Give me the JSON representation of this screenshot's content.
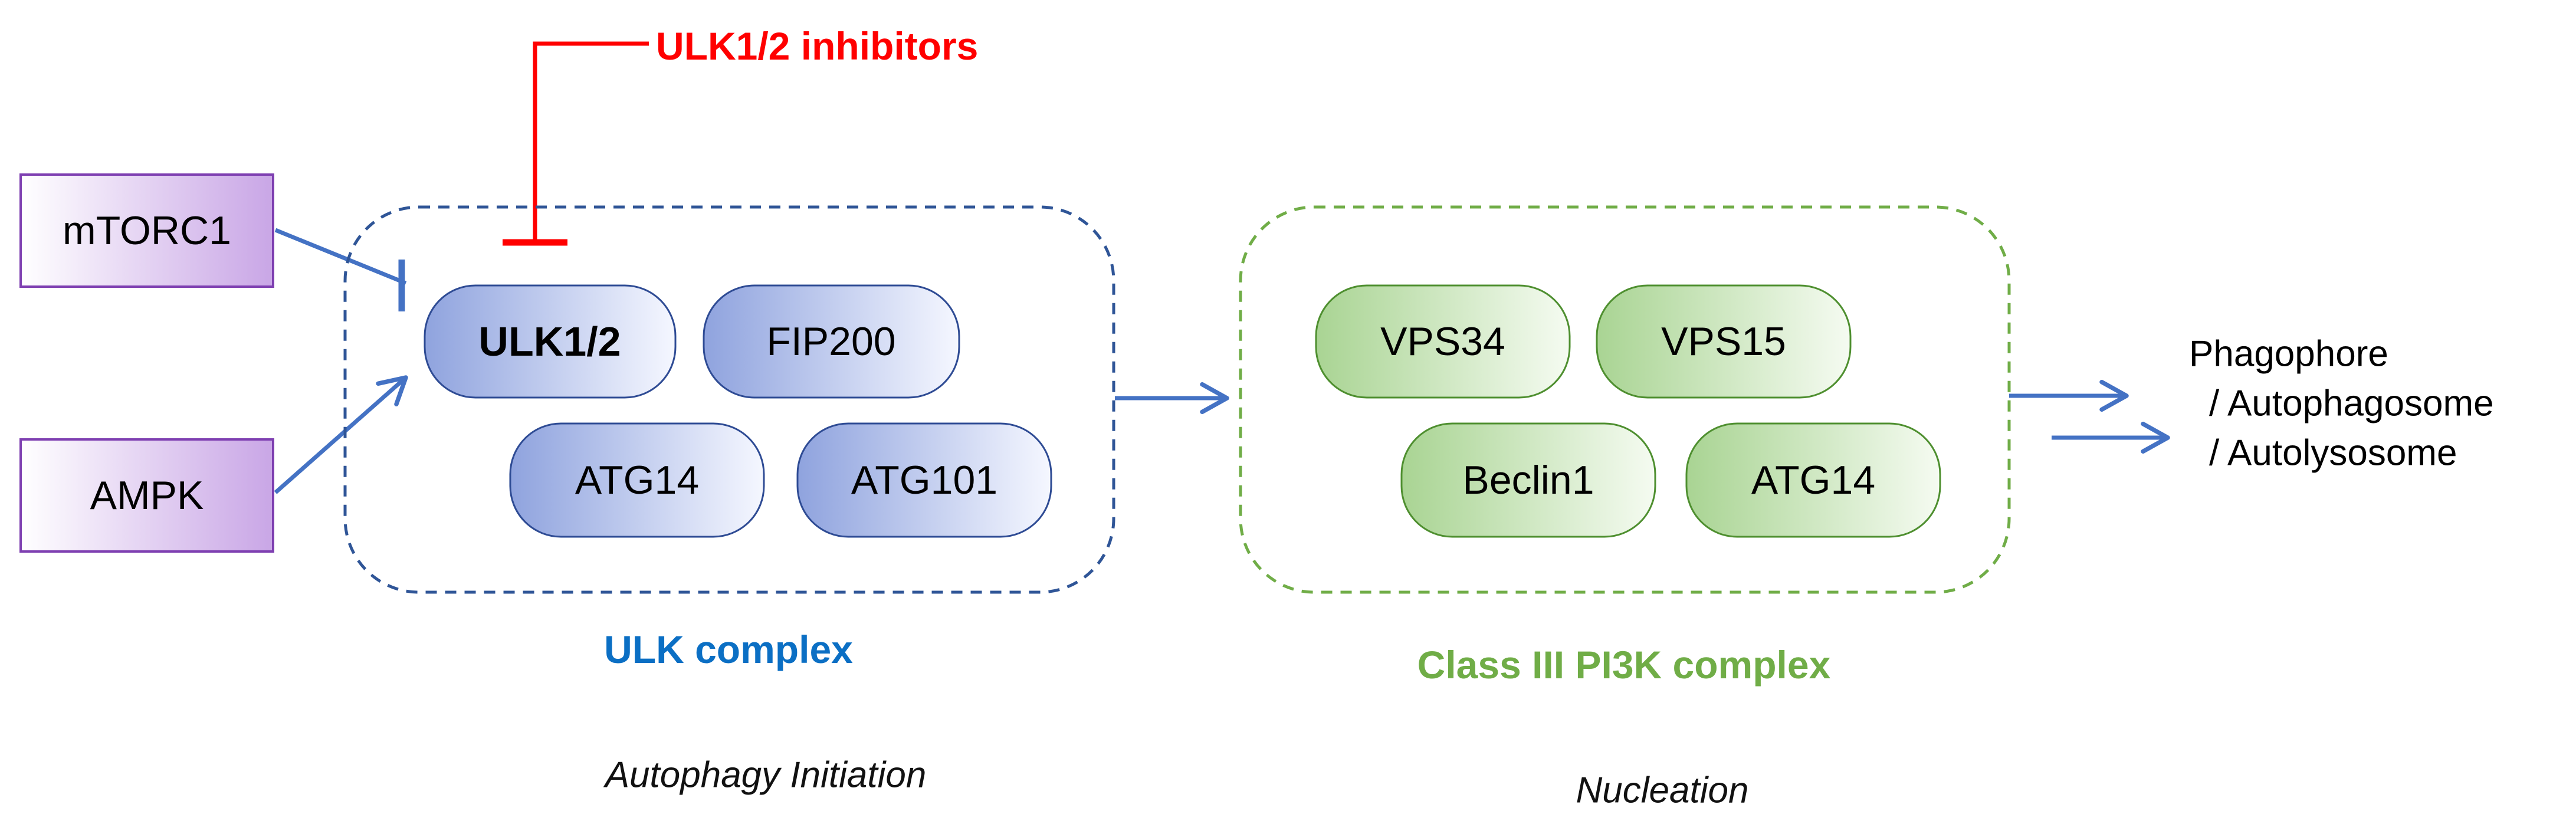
{
  "regulators": {
    "mtorc1": "mTORC1",
    "ampk": "AMPK"
  },
  "inhibitor": {
    "label": "ULK1/2 inhibitors"
  },
  "ulk_complex": {
    "proteins": [
      "ULK1/2",
      "FIP200",
      "ATG14",
      "ATG101"
    ],
    "label": "ULK complex"
  },
  "pi3k_complex": {
    "proteins": [
      "VPS34",
      "VPS15",
      "Beclin1",
      "ATG14"
    ],
    "label": "Class III PI3K complex"
  },
  "outcome": {
    "lines": [
      "Phagophore",
      "/ Autophagosome",
      "/ Autolysosome"
    ]
  },
  "stages": {
    "initiation": "Autophagy Initiation",
    "nucleation": "Nucleation"
  },
  "colors": {
    "regulator_fill_start": "#ffffff",
    "regulator_fill_end": "#c9a6e6",
    "regulator_border": "#7e3fb1",
    "ulk_fill_start": "#ffffff",
    "ulk_fill_end": "#8ea2de",
    "ulk_border": "#2e4b94",
    "pi3k_fill_start": "#ffffff",
    "pi3k_fill_end": "#a8d392",
    "pi3k_border": "#4e8f2f",
    "arrow_blue": "#4472c4",
    "inhibitor_red": "#ff0000",
    "ulk_label_blue": "#0b6fc4",
    "pi3k_label_green": "#70ad47",
    "dash_blue": "#2f5597",
    "dash_green": "#70ad47"
  },
  "icons": {
    "activation": "arrow-icon",
    "inhibition": "inhibition-bar-icon"
  }
}
